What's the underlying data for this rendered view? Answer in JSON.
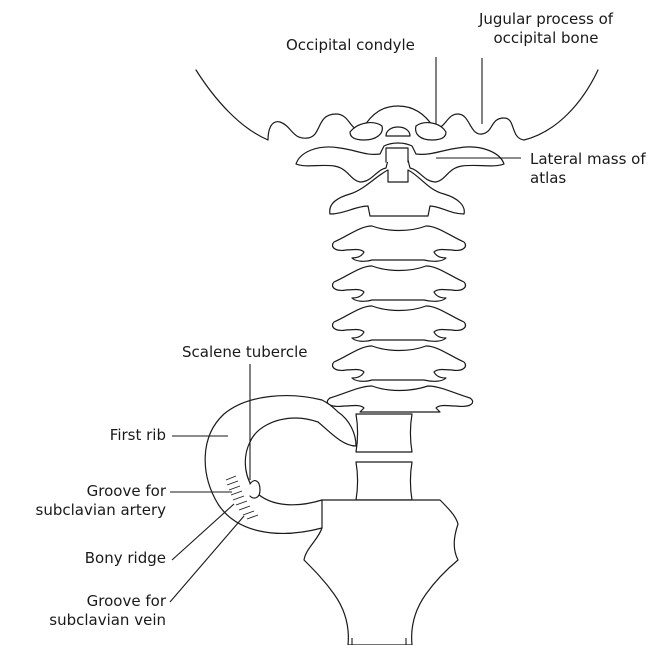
{
  "labels": {
    "occipital_condyle": "Occipital condyle",
    "jugular_process": [
      "Jugular process of",
      "occipital bone"
    ],
    "lateral_mass": [
      "Lateral mass of",
      "atlas"
    ],
    "scalene_tubercle": "Scalene tubercle",
    "first_rib": "First rib",
    "groove_artery": [
      "Groove for",
      "subclavian artery"
    ],
    "bony_ridge": "Bony ridge",
    "groove_vein": [
      "Groove for",
      "subclavian vein"
    ]
  }
}
